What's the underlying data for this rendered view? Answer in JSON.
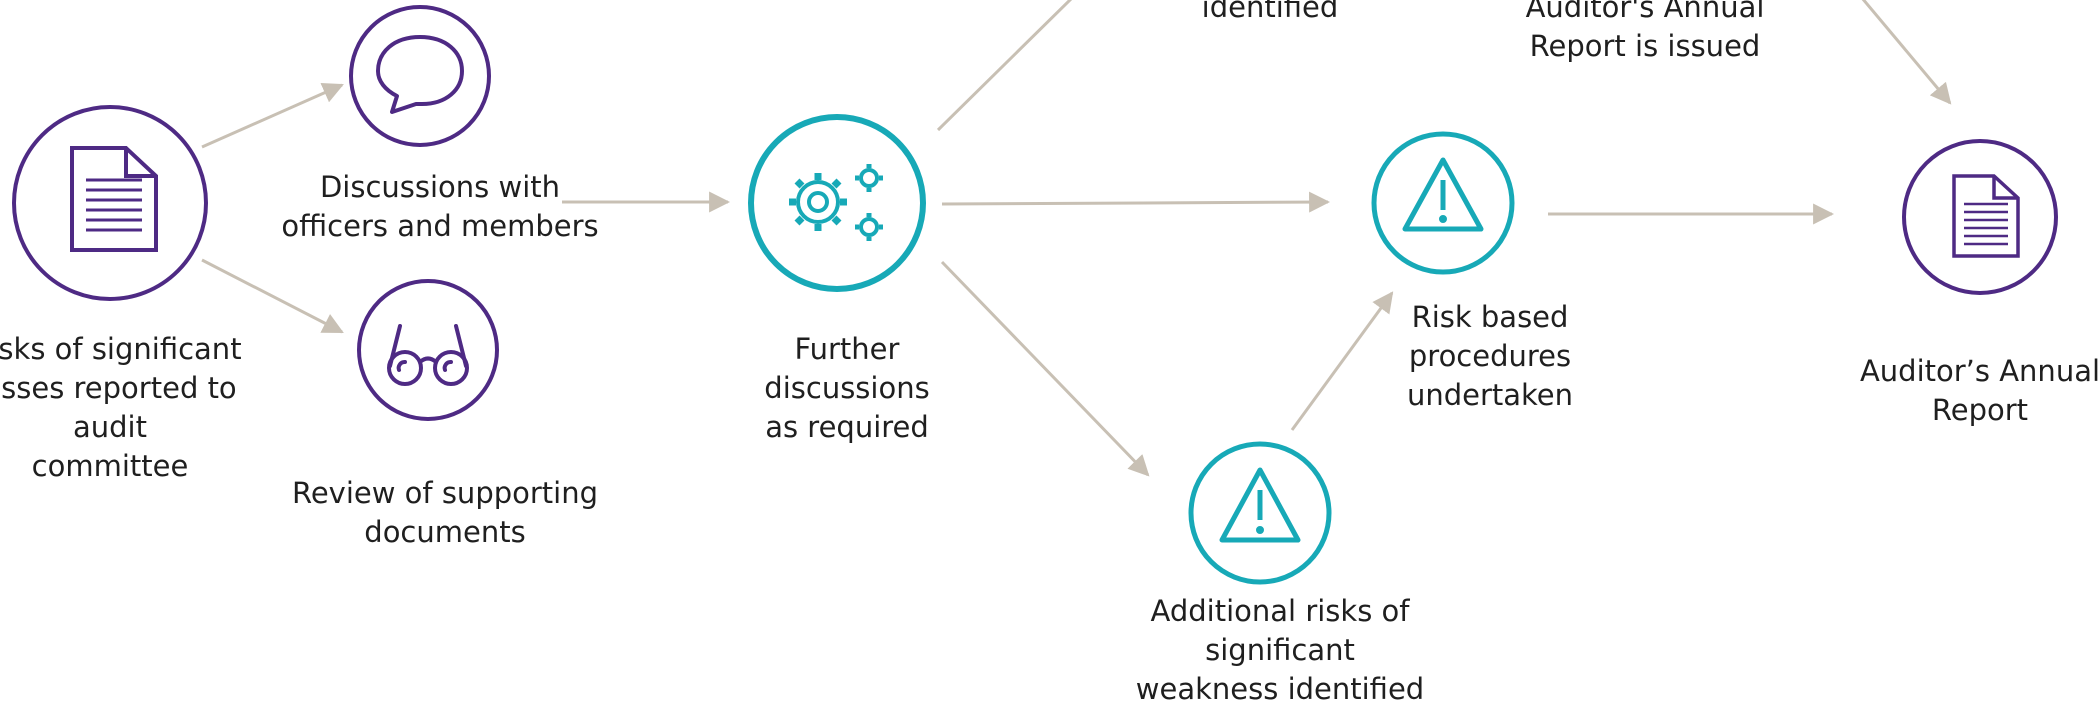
{
  "colors": {
    "arrow": "#c8c0b4",
    "purple": "#4e2a84",
    "teal": "#17a9b7",
    "background": "#ffffff"
  },
  "nodes": {
    "start": {
      "label": "risks of significant\nesses reported to audit\ncommittee",
      "icon": "document-icon"
    },
    "discussions": {
      "label": "Discussions with\nofficers and members",
      "icon": "speech-bubble-icon"
    },
    "review": {
      "label": "Review of supporting\ndocuments",
      "icon": "glasses-icon"
    },
    "further": {
      "label": "Further\ndiscussions\nas required",
      "icon": "gears-icon"
    },
    "identified": {
      "label": "identified"
    },
    "annual_issued": {
      "label": "Auditor's Annual\nReport is issued"
    },
    "risk_based": {
      "label": "Risk based\nprocedures\nundertaken",
      "icon": "warning-icon"
    },
    "additional": {
      "label": "Additional risks of\nsignificant\nweakness identified",
      "icon": "warning-icon"
    },
    "report": {
      "label": "Auditor’s Annual\nReport",
      "icon": "document-icon"
    }
  }
}
